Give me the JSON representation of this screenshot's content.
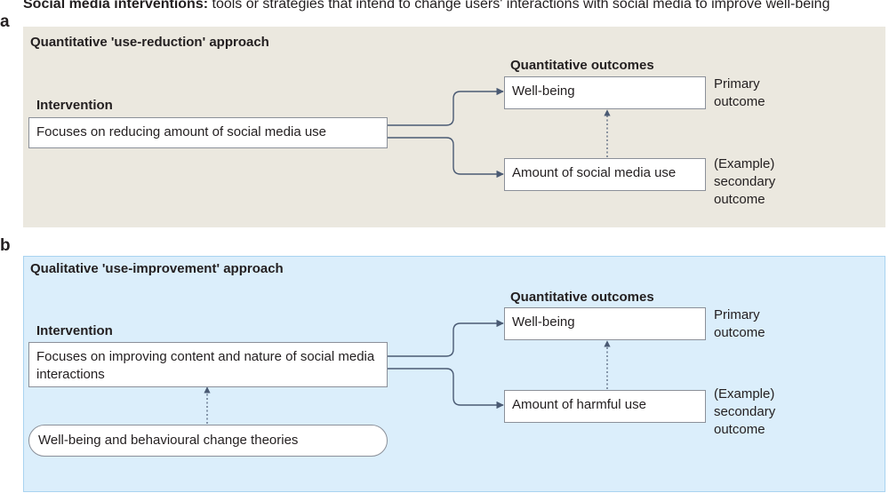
{
  "figure": {
    "header_bold": "Social media interventions:",
    "header_rest": " tools or strategies that intend to change users' interactions with social media to improve well-being"
  },
  "panel_a": {
    "letter": "a",
    "title": "Quantitative 'use-reduction' approach",
    "intervention_label": "Intervention",
    "intervention_text": "Focuses on reducing amount of social media use",
    "outcomes_label": "Quantitative outcomes",
    "outcome_primary": "Well-being",
    "outcome_secondary": "Amount of social media use",
    "primary_note": "Primary\noutcome",
    "secondary_note": "(Example)\nsecondary\noutcome"
  },
  "panel_b": {
    "letter": "b",
    "title": "Qualitative 'use-improvement' approach",
    "intervention_label": "Intervention",
    "intervention_text": "Focuses on improving content and nature of social media interactions",
    "theory_text": "Well-being and behavioural change theories",
    "outcomes_label": "Quantitative outcomes",
    "outcome_primary": "Well-being",
    "outcome_secondary": "Amount of harmful use",
    "primary_note": "Primary\noutcome",
    "secondary_note": "(Example)\nsecondary\noutcome"
  },
  "colors": {
    "panel_a_bg": "#ebe8df",
    "panel_b_bg": "#dbeefb",
    "arrow": "#4a5a73"
  }
}
